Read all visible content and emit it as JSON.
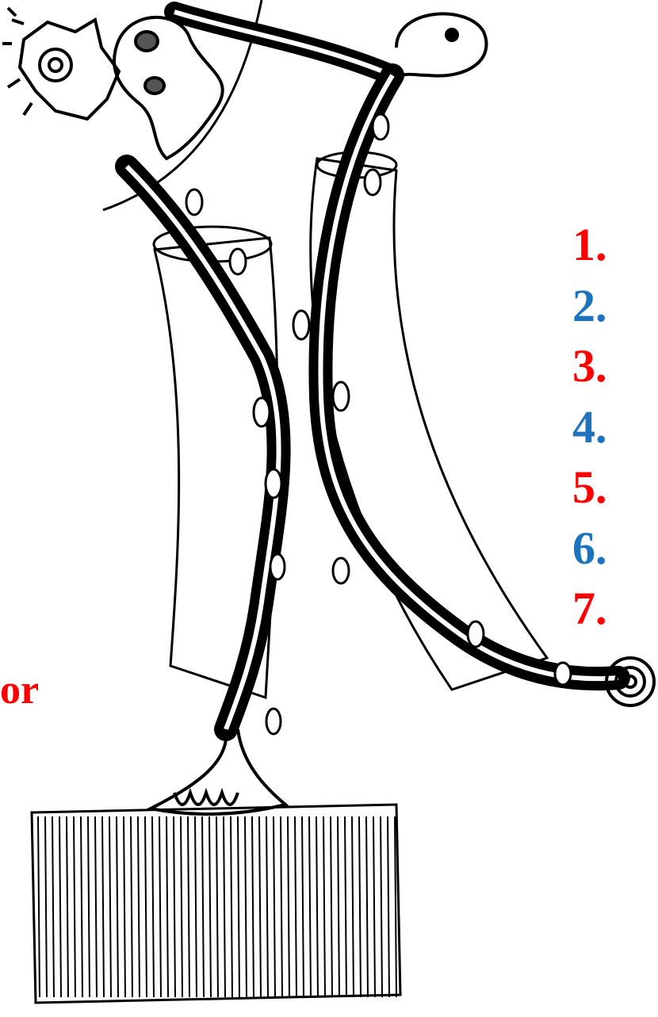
{
  "labels": [
    {
      "text": "1.",
      "color": "#ff0000"
    },
    {
      "text": "2.",
      "color": "#1e73be"
    },
    {
      "text": "3.",
      "color": "#ff0000"
    },
    {
      "text": "4.",
      "color": "#1e73be"
    },
    {
      "text": "5.",
      "color": "#ff0000"
    },
    {
      "text": "6.",
      "color": "#1e73be"
    },
    {
      "text": "7.",
      "color": "#ff0000"
    }
  ],
  "edge_text": {
    "text": "or",
    "color": "#ff0000"
  }
}
